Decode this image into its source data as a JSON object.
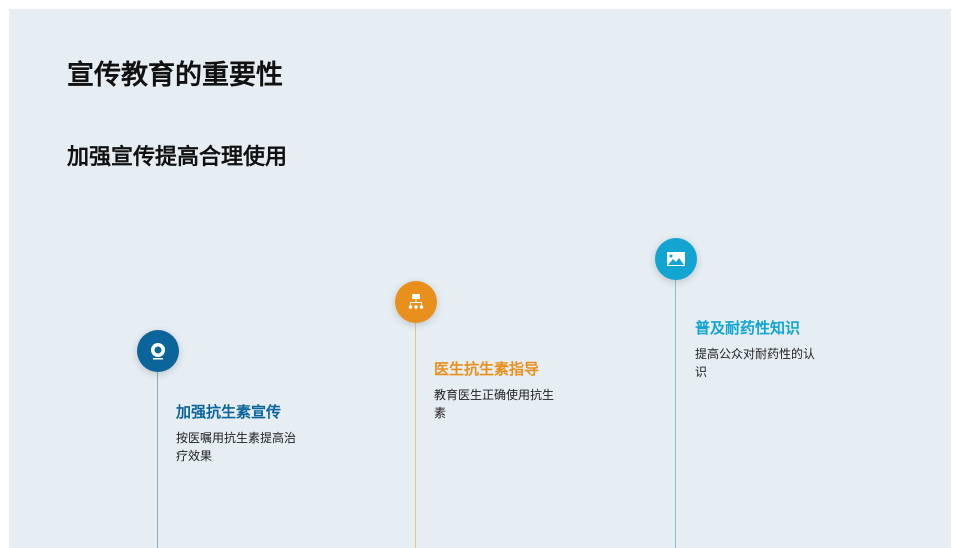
{
  "title": "宣传教育的重要性",
  "subtitle": "加强宣传提高合理使用",
  "items": [
    {
      "icon": "webcam-icon",
      "color": "#0b659a",
      "heading": "加强抗生素宣传",
      "desc": "按医嘱用抗生素提高治疗效果"
    },
    {
      "icon": "sitemap-icon",
      "color": "#e8901b",
      "heading": "医生抗生素指导",
      "desc": "教育医生正确使用抗生素"
    },
    {
      "icon": "image-icon",
      "color": "#12a5d2",
      "heading": "普及耐药性知识",
      "desc": "提高公众对耐药性的认识"
    }
  ]
}
